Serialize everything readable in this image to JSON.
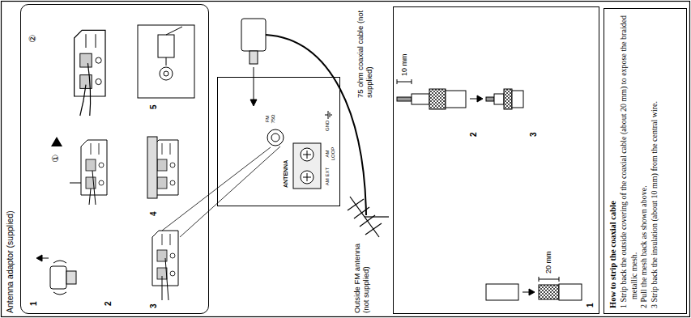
{
  "diagram": {
    "nodes": [
      {
        "text": [
          "Antenna adaptor (supplied)"
        ]
      },
      {
        "text": [
          "ANTENNA",
          "FM 75Ω",
          "AM EXT",
          "AM LOOP",
          "GND"
        ]
      },
      {
        "text": [
          "1",
          "20 mm",
          "2",
          "3",
          "10 mm"
        ]
      },
      {
        "text": [
          "How to strip the coaxial cable",
          "1 Strip back the outside covering of the coaxial cable (about 20 mm) to expose the braided metallic mesh.",
          "2 Pull the mesh back as shown above.",
          "3 Strip back the insulation (about 10 mm) from the central wire."
        ]
      }
    ],
    "labels": [
      "1",
      "2",
      "①",
      "②",
      "3",
      "4",
      "5",
      "Outside FM antenna (not supplied)",
      "75 ohm coaxial cable (not supplied)"
    ]
  }
}
